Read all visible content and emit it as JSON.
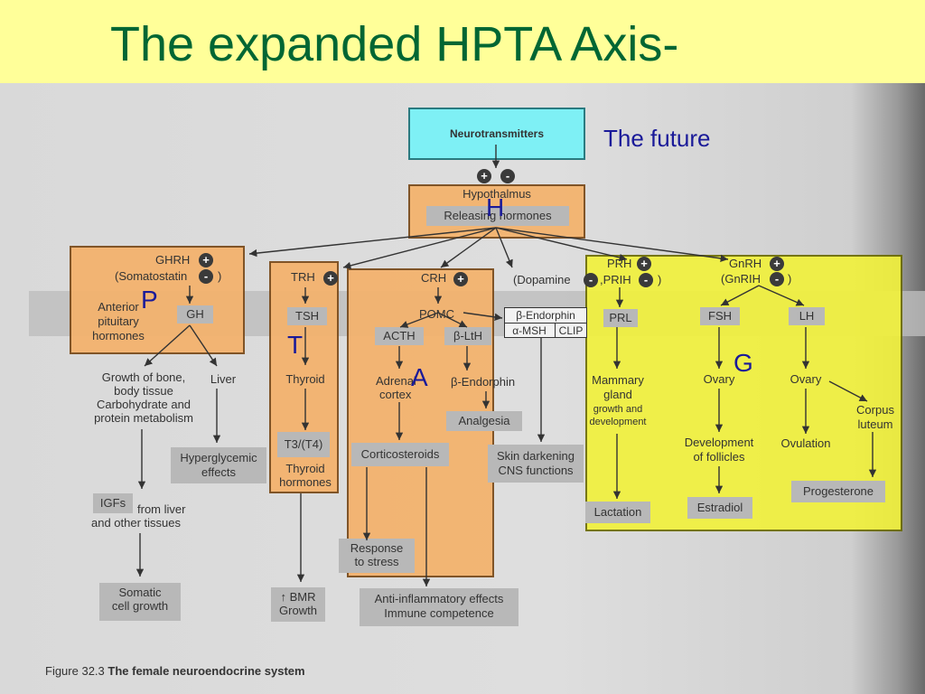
{
  "title": "The expanded HPTA  Axis-",
  "future": "The future",
  "neurotransmitters": "Neurotransmitters",
  "plus": "+",
  "minus": "-",
  "hypothalmus": "Hypothalmus",
  "releasing_hormones": "Releasing hormones",
  "letters": {
    "H": "H",
    "P": "P",
    "T": "T",
    "A": "A",
    "G": "G"
  },
  "ghrh": "GHRH",
  "somatostatin_open": "(Somatostatin",
  "close_paren": ")",
  "anterior_pituitary": [
    "Anterior",
    "pituitary",
    "hormones"
  ],
  "gh": "GH",
  "growth_bone": [
    "Growth of bone,",
    "body tissue",
    "Carbohydrate and",
    "protein metabolism"
  ],
  "liver": "Liver",
  "hyperglycemic": [
    "Hyperglycemic",
    "effects"
  ],
  "igfs": "IGFs",
  "from_liver": [
    "from liver",
    "and other tissues"
  ],
  "somatic": [
    "Somatic",
    "cell growth"
  ],
  "trh": "TRH",
  "tsh": "TSH",
  "thyroid": "Thyroid",
  "t3t4": "T3/(T4)",
  "thyroid_hormones": [
    "Thyroid",
    "hormones"
  ],
  "bmr": [
    "↑ BMR",
    "Growth"
  ],
  "crh": "CRH",
  "pomc": "POMC",
  "acth": "ACTH",
  "b_lth": "β-LtH",
  "adrenal_cortex": [
    "Adrenal",
    "cortex"
  ],
  "b_endorphin": "β-Endorphin",
  "analgesia": "Analgesia",
  "corticosteroids": "Corticosteroids",
  "response_stress": [
    "Response",
    "to stress"
  ],
  "anti_inflammatory": [
    "Anti-inflammatory effects",
    "Immune competence"
  ],
  "dopamine_open": "(Dopamine",
  "prih": ",PRIH",
  "b_endorphin_box": "β-Endorphin",
  "a_msh": "α-MSH",
  "clip": "CLIP",
  "skin_darkening": [
    "Skin darkening",
    "CNS functions"
  ],
  "prh": "PRH",
  "prl": "PRL",
  "mammary": [
    "Mammary",
    "gland",
    "growth and",
    "development"
  ],
  "lactation": "Lactation",
  "gnrh": "GnRH",
  "gnrih_open": "(GnRIH",
  "fsh": "FSH",
  "lh": "LH",
  "ovary": "Ovary",
  "development_follicles": [
    "Development",
    "of follicles"
  ],
  "estradiol": "Estradiol",
  "ovulation": "Ovulation",
  "corpus_luteum": [
    "Corpus",
    "luteum"
  ],
  "progesterone": "Progesterone",
  "figure_label": "Figure 32.3",
  "figure_caption": "The female neuroendocrine system",
  "colors": {
    "title_bg": "#ffff99",
    "title_text": "#006633",
    "orange": "#f4b26c",
    "yellow": "#f2f23a",
    "cyan": "#7ef0f5",
    "letter": "#1a1a99"
  }
}
